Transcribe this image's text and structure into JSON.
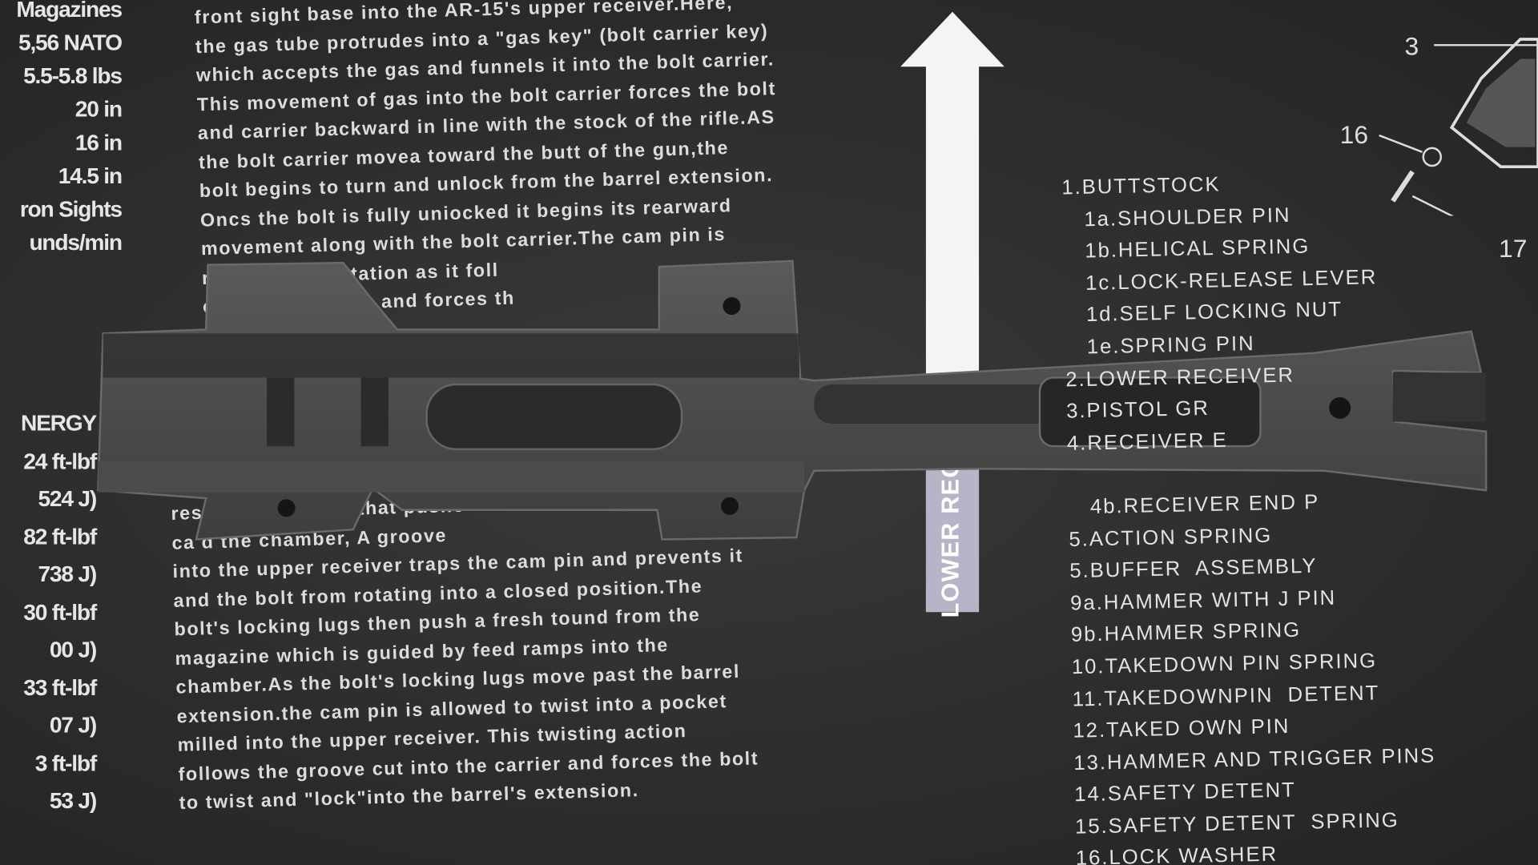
{
  "specs_top": [
    "Magazines",
    "5,56 NATO",
    "5.5-5.8 lbs",
    "20 in",
    "16 in",
    "14.5 in",
    "ron Sights",
    "unds/min"
  ],
  "specs_energy": [
    "NERGY",
    "24  ft-lbf",
    "524 J)",
    "82 ft-lbf",
    "738 J)",
    "30 ft-lbf",
    "00 J)",
    "33 ft-lbf",
    "07 J)",
    "3  ft-lbf",
    "53 J)"
  ],
  "paragraph_top": [
    "front sight base into the AR-15's upper receiver.Here,",
    "the gas tube protrudes into a \"gas key\" (bolt carrier key)",
    "which accepts the gas and funnels it into the bolt carrier.",
    "This movement of gas into the bolt carrier forces the bolt",
    "and carrier backward in line with the stock of the rifle.AS",
    "the bolt carrier movea toward the butt of the gun,the",
    "bolt begins to turn and unlock  from the barrel  extension.",
    "Oncs the bolt is fully uniocked it begins its rearward",
    "movement along with the bolt carrier.The cam pin is",
    "re          the bolt's rotation as it foll",
    "cut i         r that twists and forces th"
  ],
  "paragraph_bottom": [
    "resis            eturn spring that pushe",
    "ca                d the chamber, A groove",
    "into the upper receiver traps the cam pin and prevents it",
    "and the bolt from rotating into a closed position.The",
    "bolt's locking lugs then push a fresh tound from the",
    "magazine which is guided by feed ramps into the",
    "chamber.As the  bolt's locking  lugs move past the barrel",
    "extension.the cam pin is allowed to twist  into a pocket",
    "milled into the upper receiver. This twisting action",
    "follows the groove cut into the carrier and forces the bolt",
    "to twist and \"lock\"into the barrel's extension."
  ],
  "arrow_label": "LOWER RECEIVER",
  "parts_list": [
    "1.BUTTSTOCK",
    "   1a.SHOULDER PIN",
    "   1b.HELICAL SPRING",
    "   1c.LOCK-RELEASE LEVER",
    "   1d.SELF LOCKING NUT",
    "   1e.SPRING PIN",
    "2.LOWER RECEIVER",
    "3.PISTOL GR",
    "4.RECEIVER E",
    "",
    "   4b.RECEIVER END P",
    "5.ACTION SPRING",
    "5.BUFFER  ASSEMBLY",
    "9a.HAMMER WITH J PIN",
    "9b.HAMMER SPRING",
    "10.TAKEDOWN PIN SPRING",
    "11.TAKEDOWNPIN  DETENT",
    "12.TAKED OWN PIN",
    "13.HAMMER AND TRIGGER PINS",
    "14.SAFETY DETENT",
    "15.SAFETY DETENT  SPRING",
    "16.LOCK WASHER"
  ],
  "diagram_numbers": [
    "3",
    "16",
    "17"
  ]
}
